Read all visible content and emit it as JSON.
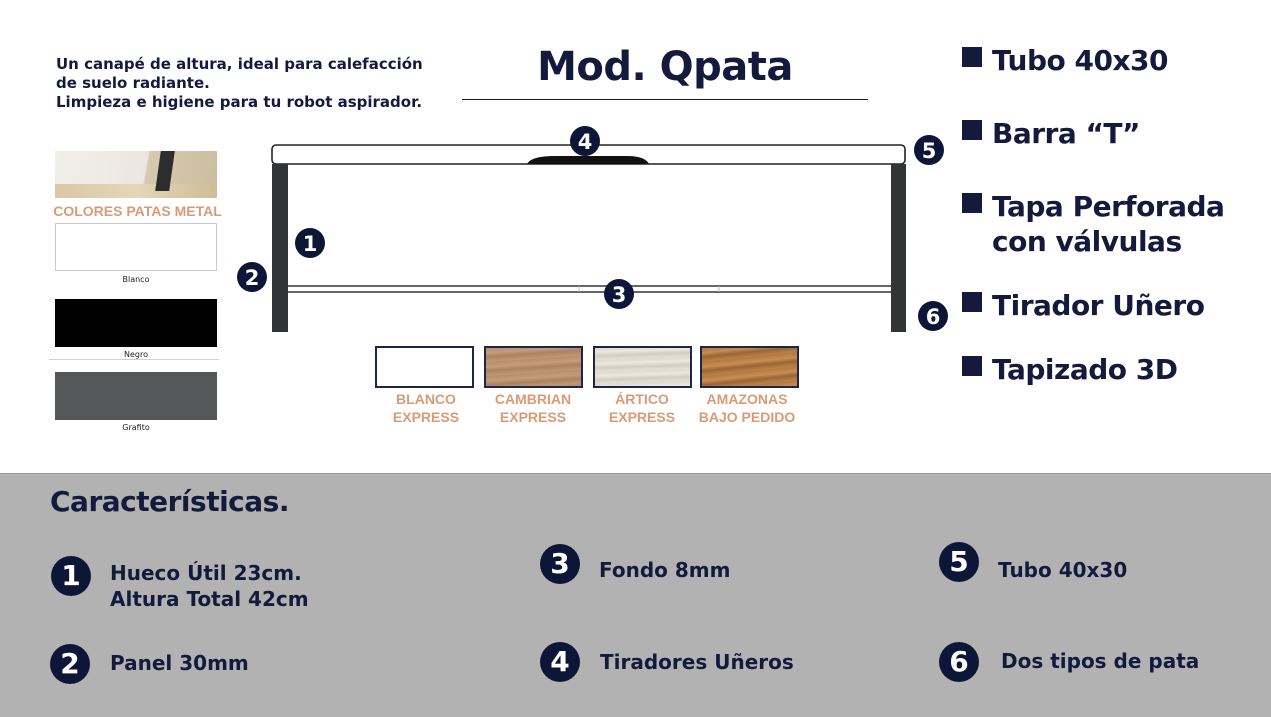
{
  "intro": {
    "line1": "Un canapé de altura, ideal para calefacción",
    "line2": "de suelo radiante.",
    "line3": "Limpieza e higiene para tu robot aspirador."
  },
  "title": "Mod. Qpata",
  "legs": {
    "title": "COLORES PATAS METAL",
    "options": [
      {
        "label": "Blanco",
        "color": "#ffffff"
      },
      {
        "label": "Negro",
        "color": "#000000"
      },
      {
        "label": "Grafito",
        "color": "#565758"
      }
    ]
  },
  "drawing_markers": [
    "1",
    "2",
    "3",
    "4",
    "5",
    "6"
  ],
  "finishes": [
    {
      "line1": "BLANCO",
      "line2": "EXPRESS"
    },
    {
      "line1": "CAMBRIAN",
      "line2": "EXPRESS"
    },
    {
      "line1": "ÁRTICO",
      "line2": "EXPRESS"
    },
    {
      "line1": "AMAZONAS",
      "line2": "BAJO PEDIDO"
    }
  ],
  "right_legend": {
    "item1": "Tubo 40x30",
    "item2": "Barra “T”",
    "item3_line1": "Tapa Perforada",
    "item3_line2": "con válvulas",
    "item4": "Tirador Uñero",
    "item5": "Tapizado 3D"
  },
  "features": {
    "title": "Características.",
    "items": [
      {
        "num": "1",
        "line1": "Hueco Útil 23cm.",
        "line2": "Altura Total 42cm"
      },
      {
        "num": "2",
        "line1": "Panel 30mm"
      },
      {
        "num": "3",
        "line1": "Fondo 8mm"
      },
      {
        "num": "4",
        "line1": "Tiradores Uñeros"
      },
      {
        "num": "5",
        "line1": "Tubo 40x30"
      },
      {
        "num": "6",
        "line1": "Dos tipos de pata"
      }
    ]
  },
  "colors": {
    "navy": "#141a3c",
    "accent_label": "#d99b76",
    "features_bg": "#b2b2b3"
  }
}
